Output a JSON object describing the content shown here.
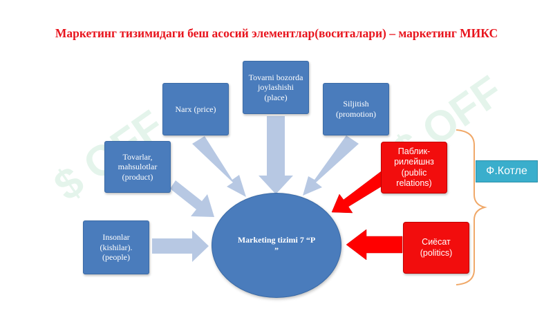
{
  "title": "Маркетинг тизимидаги беш асосий элементлар(воситалари) – маркетинг МИКС",
  "center": "Marketing tizimi 7 “P\n”",
  "blue_boxes": [
    {
      "text": "Insonlar\n(kishilar).\n(people)"
    },
    {
      "text": "Tovarlar,\nmahsulotlar\n(product)"
    },
    {
      "text": "Narx (price)"
    },
    {
      "text": "Tovarni bozorda\njoylashishi\n(place)"
    },
    {
      "text": "Siljitish\n(promotion)"
    }
  ],
  "red_boxes": [
    {
      "text": "Паблик-\nрилейшнз\n(public\nrelations)"
    },
    {
      "text": "Сиёсат\n(politics)"
    }
  ],
  "label": "Ф.Котле",
  "colors": {
    "title": "#e8141d",
    "box_blue": "#4a7cbc",
    "box_red": "#f20d0d",
    "arrow_blue": "#b7c8e3",
    "arrow_red": "#ff0000",
    "brace": "#f0a868",
    "label_bg": "#3aaecc"
  }
}
